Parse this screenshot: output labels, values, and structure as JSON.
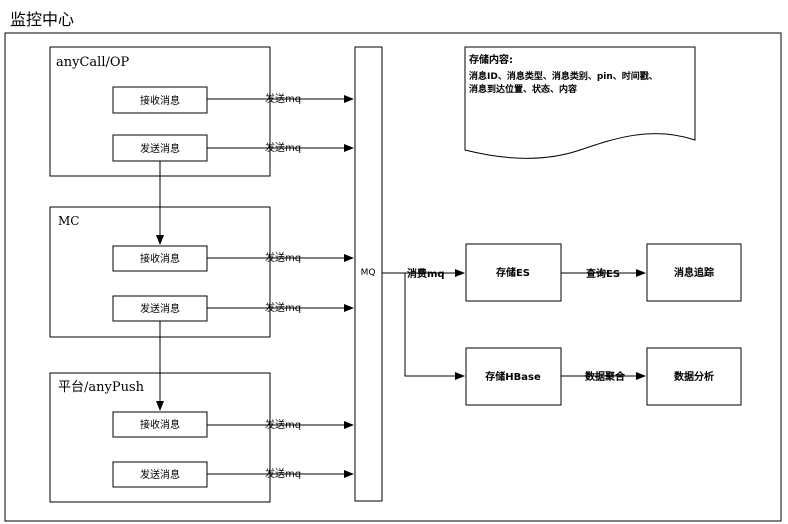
{
  "title": "监控中心",
  "groups": {
    "anycall": "anyCall/OP",
    "mc": "MC",
    "platform": "平台/anyPush"
  },
  "messages": {
    "receive": "接收消息",
    "send": "发送消息"
  },
  "edge_labels": {
    "send_mq": "发送mq",
    "consume_mq": "消费mq",
    "query_es": "查询ES",
    "data_aggregate": "数据聚合"
  },
  "mq_label": "MQ",
  "storage_note": {
    "title": "存储内容:",
    "line1": "消息ID、消息类型、消息类别、pin、时间戳、",
    "line2": "消息到达位置、状态、内容"
  },
  "nodes": {
    "store_es": "存储ES",
    "message_trace": "消息追踪",
    "store_hbase": "存储HBase",
    "data_analysis": "数据分析"
  }
}
